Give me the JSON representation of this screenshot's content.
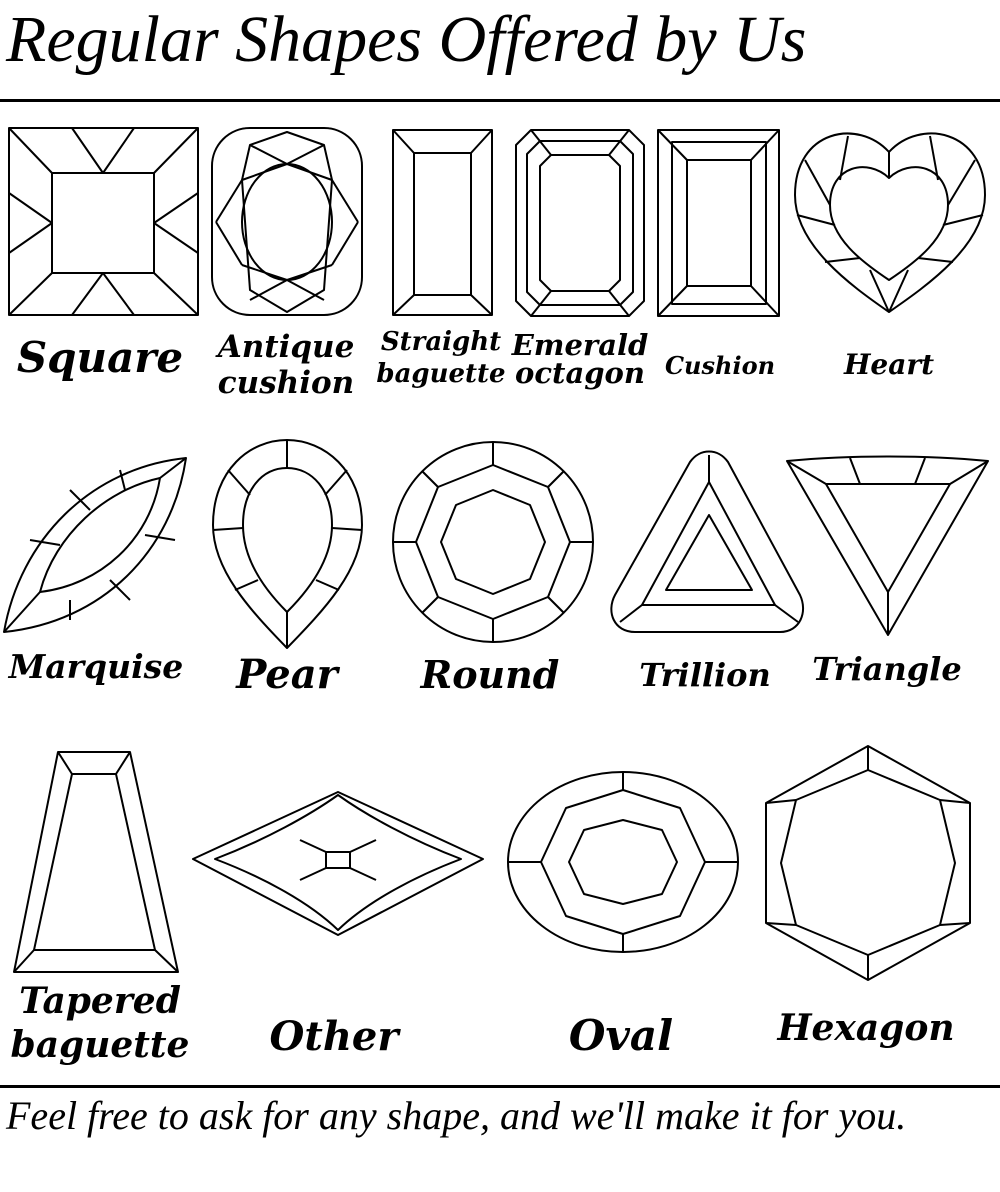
{
  "title": "Regular Shapes Offered by Us",
  "shapes": [
    {
      "id": "square",
      "label": [
        "Square"
      ]
    },
    {
      "id": "antique-cushion",
      "label": [
        "Antique",
        "cushion"
      ]
    },
    {
      "id": "straight-baguette",
      "label": [
        "Straight",
        "baguette"
      ]
    },
    {
      "id": "emerald-octagon",
      "label": [
        "Emerald",
        "octagon"
      ]
    },
    {
      "id": "cushion",
      "label": [
        "Cushion"
      ]
    },
    {
      "id": "heart",
      "label": [
        "Heart"
      ]
    },
    {
      "id": "marquise",
      "label": [
        "Marquise"
      ]
    },
    {
      "id": "pear",
      "label": [
        "Pear"
      ]
    },
    {
      "id": "round",
      "label": [
        "Round"
      ]
    },
    {
      "id": "trillion",
      "label": [
        "Trillion"
      ]
    },
    {
      "id": "triangle",
      "label": [
        "Triangle"
      ]
    },
    {
      "id": "tapered-baguette",
      "label": [
        "Tapered",
        "baguette"
      ]
    },
    {
      "id": "other",
      "label": [
        "Other"
      ]
    },
    {
      "id": "oval",
      "label": [
        "Oval"
      ]
    },
    {
      "id": "hexagon",
      "label": [
        "Hexagon"
      ]
    }
  ],
  "footer": "Feel free to ask for any shape, and we'll make it for you."
}
